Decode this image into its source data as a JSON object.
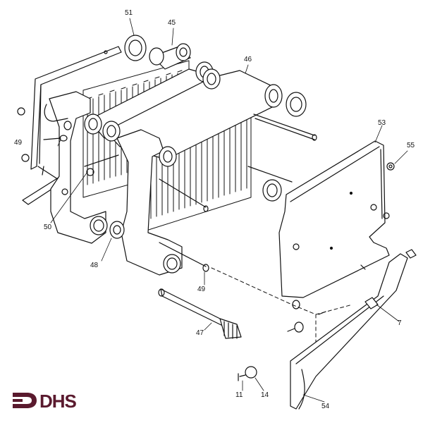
{
  "logo": {
    "text": "DHS",
    "color": "#5a1a2e"
  },
  "ink_color": "#111111",
  "callouts": {
    "c51": "51",
    "c45": "45",
    "c46": "46",
    "c49a": "49",
    "c50": "50",
    "c48": "48",
    "c49b": "49",
    "c47": "47",
    "c53": "53",
    "c55": "55",
    "c7": "7",
    "c11": "11",
    "c14": "14",
    "c54": "54"
  }
}
